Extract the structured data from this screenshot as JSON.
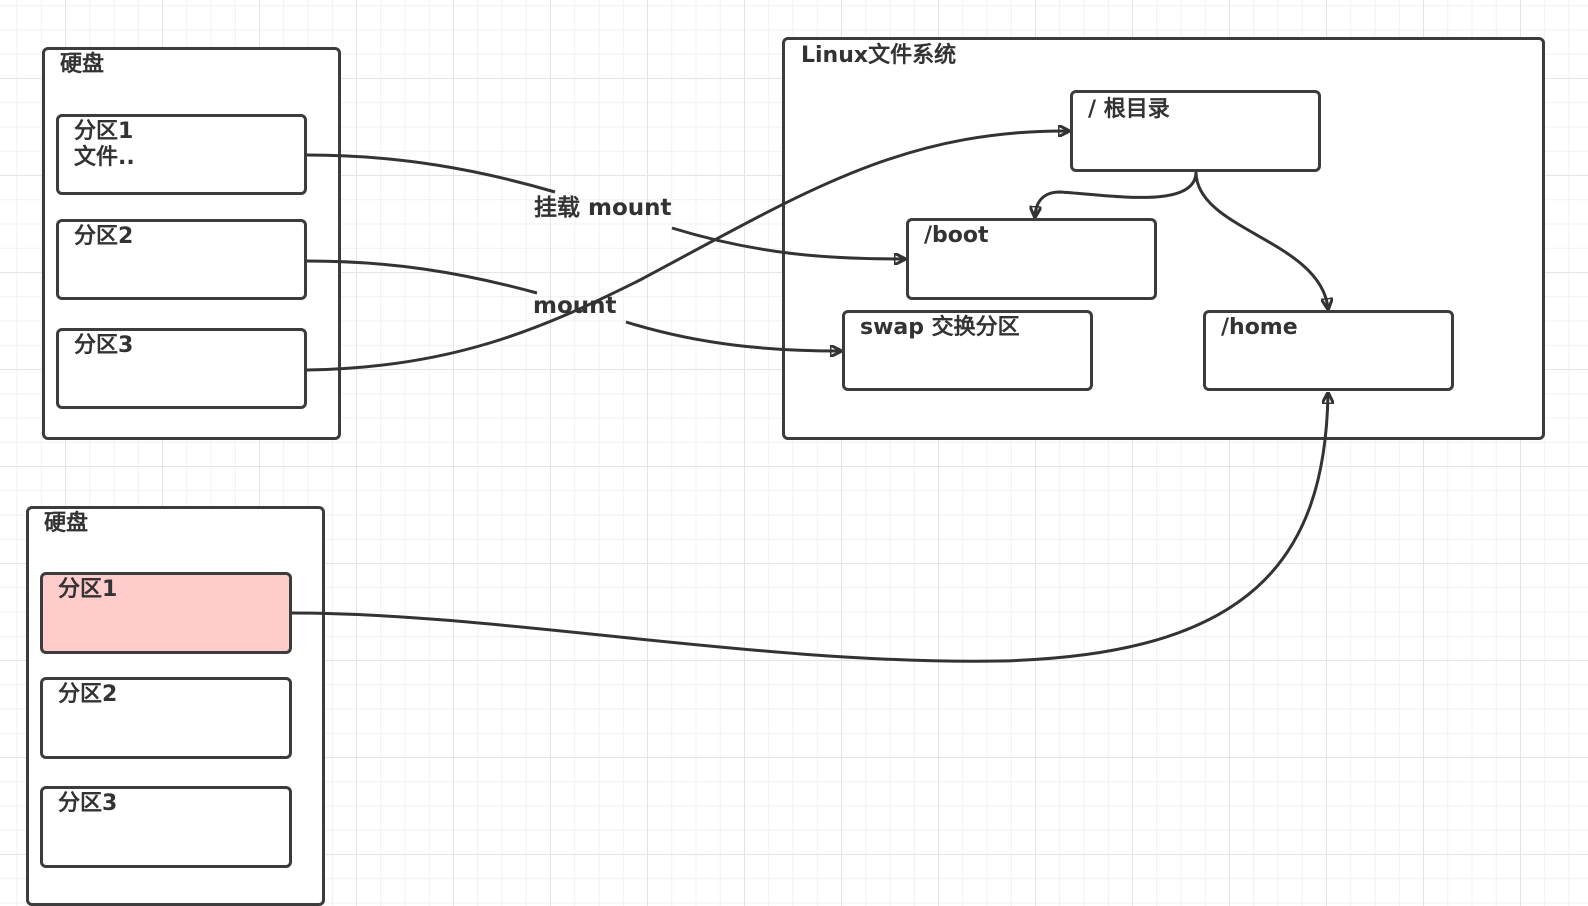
{
  "diagram": {
    "title": "Linux mount diagram",
    "colors": {
      "stroke": "#333333",
      "highlight_fill": "#ffcccc",
      "container_fill": "#ffffff"
    },
    "disk1": {
      "label": "硬盘",
      "partitions": [
        {
          "id": "d1p1",
          "label": "分区1\n文件.."
        },
        {
          "id": "d1p2",
          "label": "分区2"
        },
        {
          "id": "d1p3",
          "label": "分区3"
        }
      ]
    },
    "disk2": {
      "label": "硬盘",
      "partitions": [
        {
          "id": "d2p1",
          "label": "分区1",
          "highlighted": true
        },
        {
          "id": "d2p2",
          "label": "分区2"
        },
        {
          "id": "d2p3",
          "label": "分区3"
        }
      ]
    },
    "linux_fs": {
      "label": "Linux文件系统",
      "nodes": {
        "root": "/ 根目录",
        "boot": "/boot",
        "swap": "swap 交换分区",
        "home": "/home"
      }
    },
    "edges": [
      {
        "from": "disk1.分区1",
        "to": "/boot",
        "label": "挂载 mount"
      },
      {
        "from": "disk1.分区2",
        "to": "swap 交换分区",
        "label": "mount"
      },
      {
        "from": "disk1.分区3",
        "to": "/ 根目录",
        "label": ""
      },
      {
        "from": "/ 根目录",
        "to": "/boot",
        "label": ""
      },
      {
        "from": "/ 根目录",
        "to": "/home",
        "label": ""
      },
      {
        "from": "disk2.分区1",
        "to": "/home",
        "label": ""
      }
    ]
  }
}
